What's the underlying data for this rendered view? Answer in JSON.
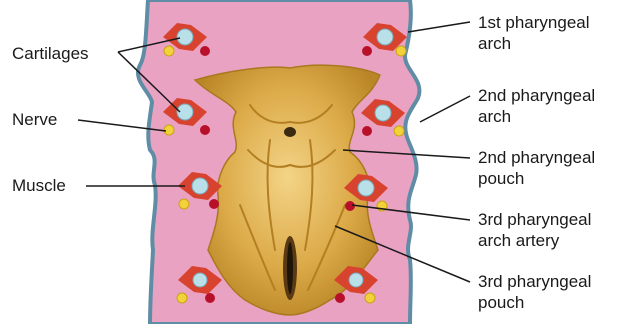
{
  "figure": {
    "labels_left": {
      "cartilages": "Cartilages",
      "nerve": "Nerve",
      "muscle": "Muscle"
    },
    "labels_right": {
      "arch1_line1": "1st pharyngeal",
      "arch1_line2": "arch",
      "arch2_line1": "2nd pharyngeal",
      "arch2_line2": "arch",
      "pouch2_line1": "2nd pharyngeal",
      "pouch2_line2": "pouch",
      "artery3_line1": "3rd pharyngeal",
      "artery3_line2": "arch artery",
      "pouch3_line1": "3rd pharyngeal",
      "pouch3_line2": "pouch"
    },
    "colors": {
      "arch_tissue": "#eaa2c3",
      "outer_wall": "#5f8da6",
      "pharynx_floor": "#d9a640",
      "pharynx_highlight": "#f0cd7a",
      "cartilage": "#b9dfe8",
      "muscle": "#d8432f",
      "nerve": "#f2d23a",
      "artery": "#b8102a"
    }
  }
}
